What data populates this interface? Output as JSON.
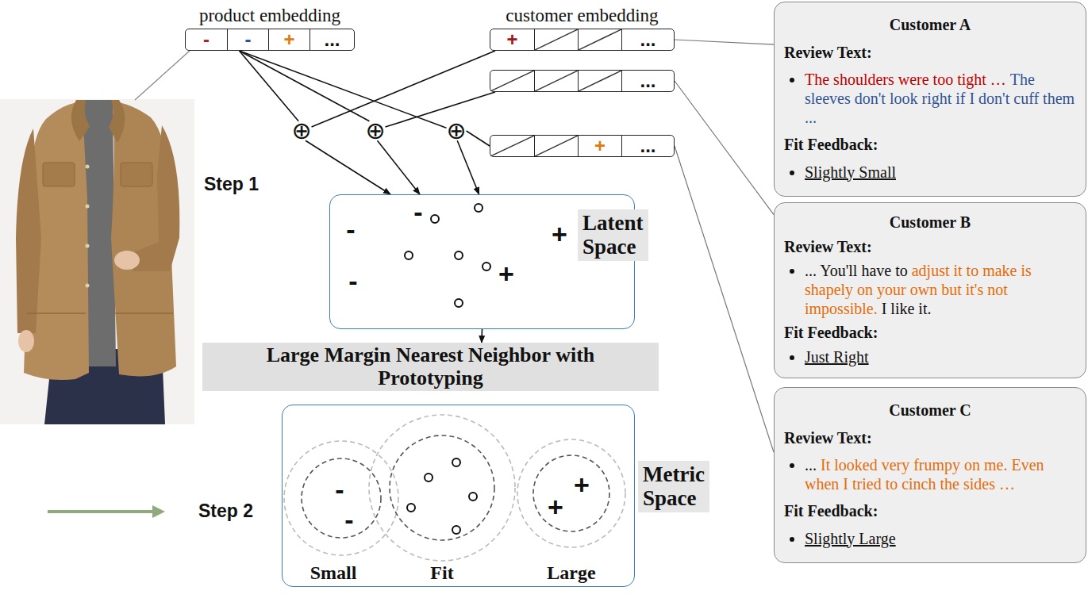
{
  "diagram": {
    "nodes": [
      {
        "text": [
          "product embedding",
          "-",
          "-",
          "+",
          "..."
        ]
      },
      {
        "text": [
          "customer embedding",
          "+",
          "..."
        ]
      },
      {
        "text": [
          "..."
        ]
      },
      {
        "text": [
          "+",
          "..."
        ]
      },
      {
        "text": [
          "⊕"
        ]
      },
      {
        "text": [
          "⊕"
        ]
      },
      {
        "text": [
          "⊕"
        ]
      },
      {
        "text": [
          "Latent Space"
        ]
      },
      {
        "text": [
          "Large Margin Nearest Neighbor with Prototyping"
        ]
      },
      {
        "text": [
          "Metric Space"
        ]
      },
      {
        "text": [
          "Customer A",
          "Review Text:",
          "The shoulders were too tight …",
          "The sleeves don't look right if I don't cuff them ...",
          "Fit Feedback:",
          "Slightly Small"
        ]
      },
      {
        "text": [
          "Customer B",
          "Review Text:",
          "... You'll have to",
          "adjust it to make is shapely on your own but it's not impossible.",
          "I like it.",
          "Fit Feedback:",
          "Just Right"
        ]
      },
      {
        "text": [
          "Customer C",
          "Review Text:",
          "...",
          "It looked very frumpy on me. Even when I tried to cinch the sides …",
          "Fit Feedback:",
          "Slightly Large"
        ]
      }
    ],
    "edges": [
      {
        "from": 0,
        "to": 4,
        "arrow": "none"
      },
      {
        "from": 0,
        "to": 5,
        "arrow": "none"
      },
      {
        "from": 0,
        "to": 6,
        "arrow": "none"
      },
      {
        "from": 1,
        "to": 4,
        "arrow": "none"
      },
      {
        "from": 2,
        "to": 5,
        "arrow": "none"
      },
      {
        "from": 3,
        "to": 6,
        "arrow": "none"
      },
      {
        "from": 4,
        "to": 7,
        "arrow": "to"
      },
      {
        "from": 5,
        "to": 7,
        "arrow": "to"
      },
      {
        "from": 6,
        "to": 7,
        "arrow": "to"
      },
      {
        "from": 7,
        "to": 8,
        "arrow": "to"
      },
      {
        "from": 1,
        "to": 10,
        "arrow": "none"
      },
      {
        "from": 2,
        "to": 11,
        "arrow": "none"
      },
      {
        "from": 3,
        "to": 12,
        "arrow": "none"
      }
    ],
    "labels": [
      "Step 1",
      "-",
      "-",
      "-",
      "+",
      "+",
      "Step 2",
      "-",
      "-",
      "+",
      "+",
      "Small",
      "Fit",
      "Large"
    ]
  }
}
